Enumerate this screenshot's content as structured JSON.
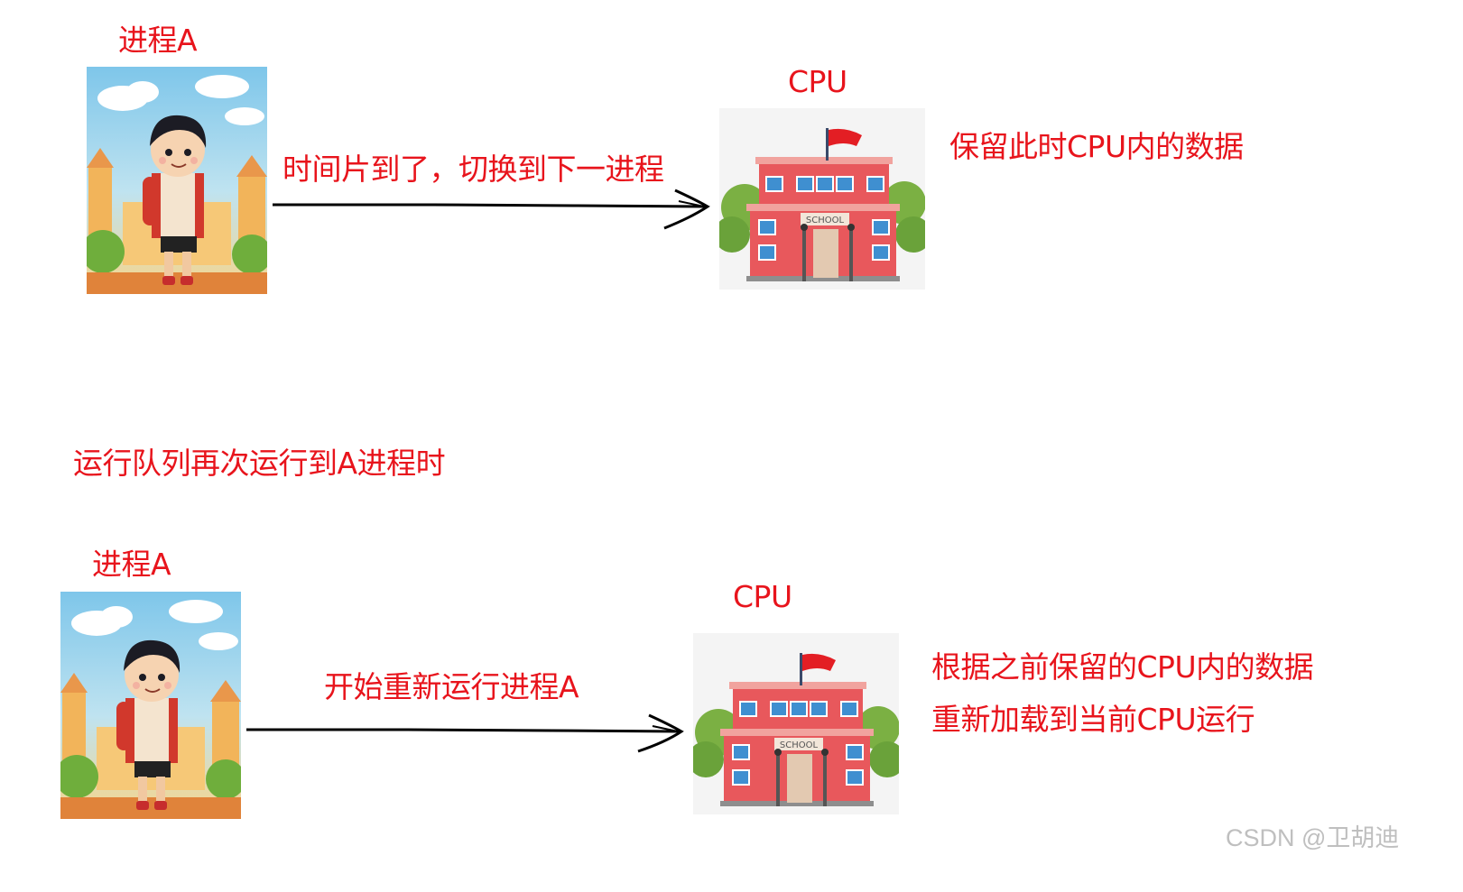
{
  "scene1": {
    "process_label": "进程A",
    "cpu_label": "CPU",
    "arrow_label": "时间片到了，切换到下一进程",
    "note": "保留此时CPU内的数据"
  },
  "middle_note": "运行队列再次运行到A进程时",
  "scene2": {
    "process_label": "进程A",
    "cpu_label": "CPU",
    "arrow_label": "开始重新运行进程A",
    "note_line1": "根据之前保留的CPU内的数据",
    "note_line2": "重新加载到当前CPU运行"
  },
  "school_sign": "SCHOOL",
  "watermark": "CSDN @卫胡迪",
  "colors": {
    "label_red": "#e8141c",
    "arrow_black": "#000000",
    "building_red": "#e8585c",
    "flag_red": "#e31e24"
  },
  "icons": {
    "process": "student-boy-illustration",
    "cpu": "school-building-illustration"
  }
}
